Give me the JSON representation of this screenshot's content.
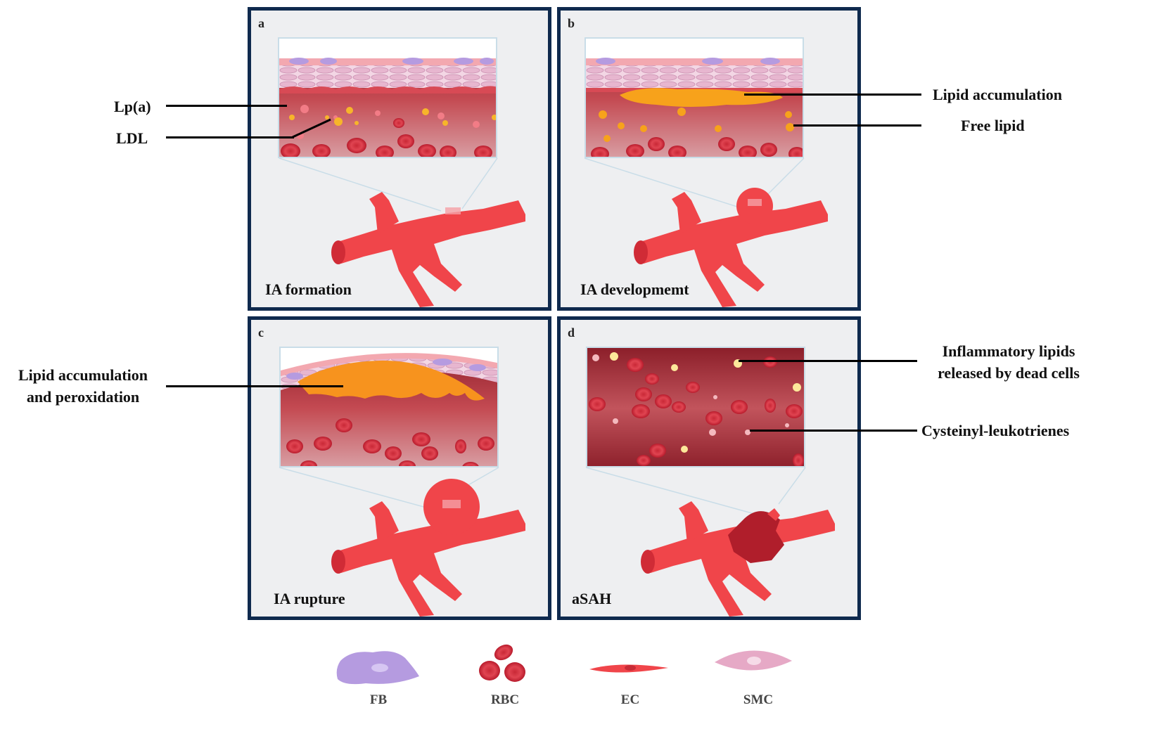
{
  "panels": [
    {
      "letter": "a",
      "caption": "IA formation"
    },
    {
      "letter": "b",
      "caption": "IA developmemt"
    },
    {
      "letter": "c",
      "caption": "IA rupture"
    },
    {
      "letter": "d",
      "caption": "aSAH"
    }
  ],
  "labels": {
    "lpa": "Lp(a)",
    "ldl": "LDL",
    "lipid_accumulation": "Lipid accumulation",
    "free_lipid": "Free lipid",
    "lipid_acc_perox_1": "Lipid accumulation",
    "lipid_acc_perox_2": "and peroxidation",
    "inflammatory_1": "Inflammatory lipids",
    "inflammatory_2": "released by dead cells",
    "cysteinyl": "Cysteinyl-leukotrienes"
  },
  "legend": [
    {
      "label": "FB",
      "icon": "fibroblast-icon"
    },
    {
      "label": "RBC",
      "icon": "red-blood-cell-icon"
    },
    {
      "label": "EC",
      "icon": "endothelial-cell-icon"
    },
    {
      "label": "SMC",
      "icon": "smooth-muscle-cell-icon"
    }
  ],
  "colors": {
    "frame": "#0f2a4e",
    "vessel": "#f0454a",
    "lumen": "#b3303a",
    "lipid": "#f7a21b",
    "fibroblast": "#b59be0"
  }
}
